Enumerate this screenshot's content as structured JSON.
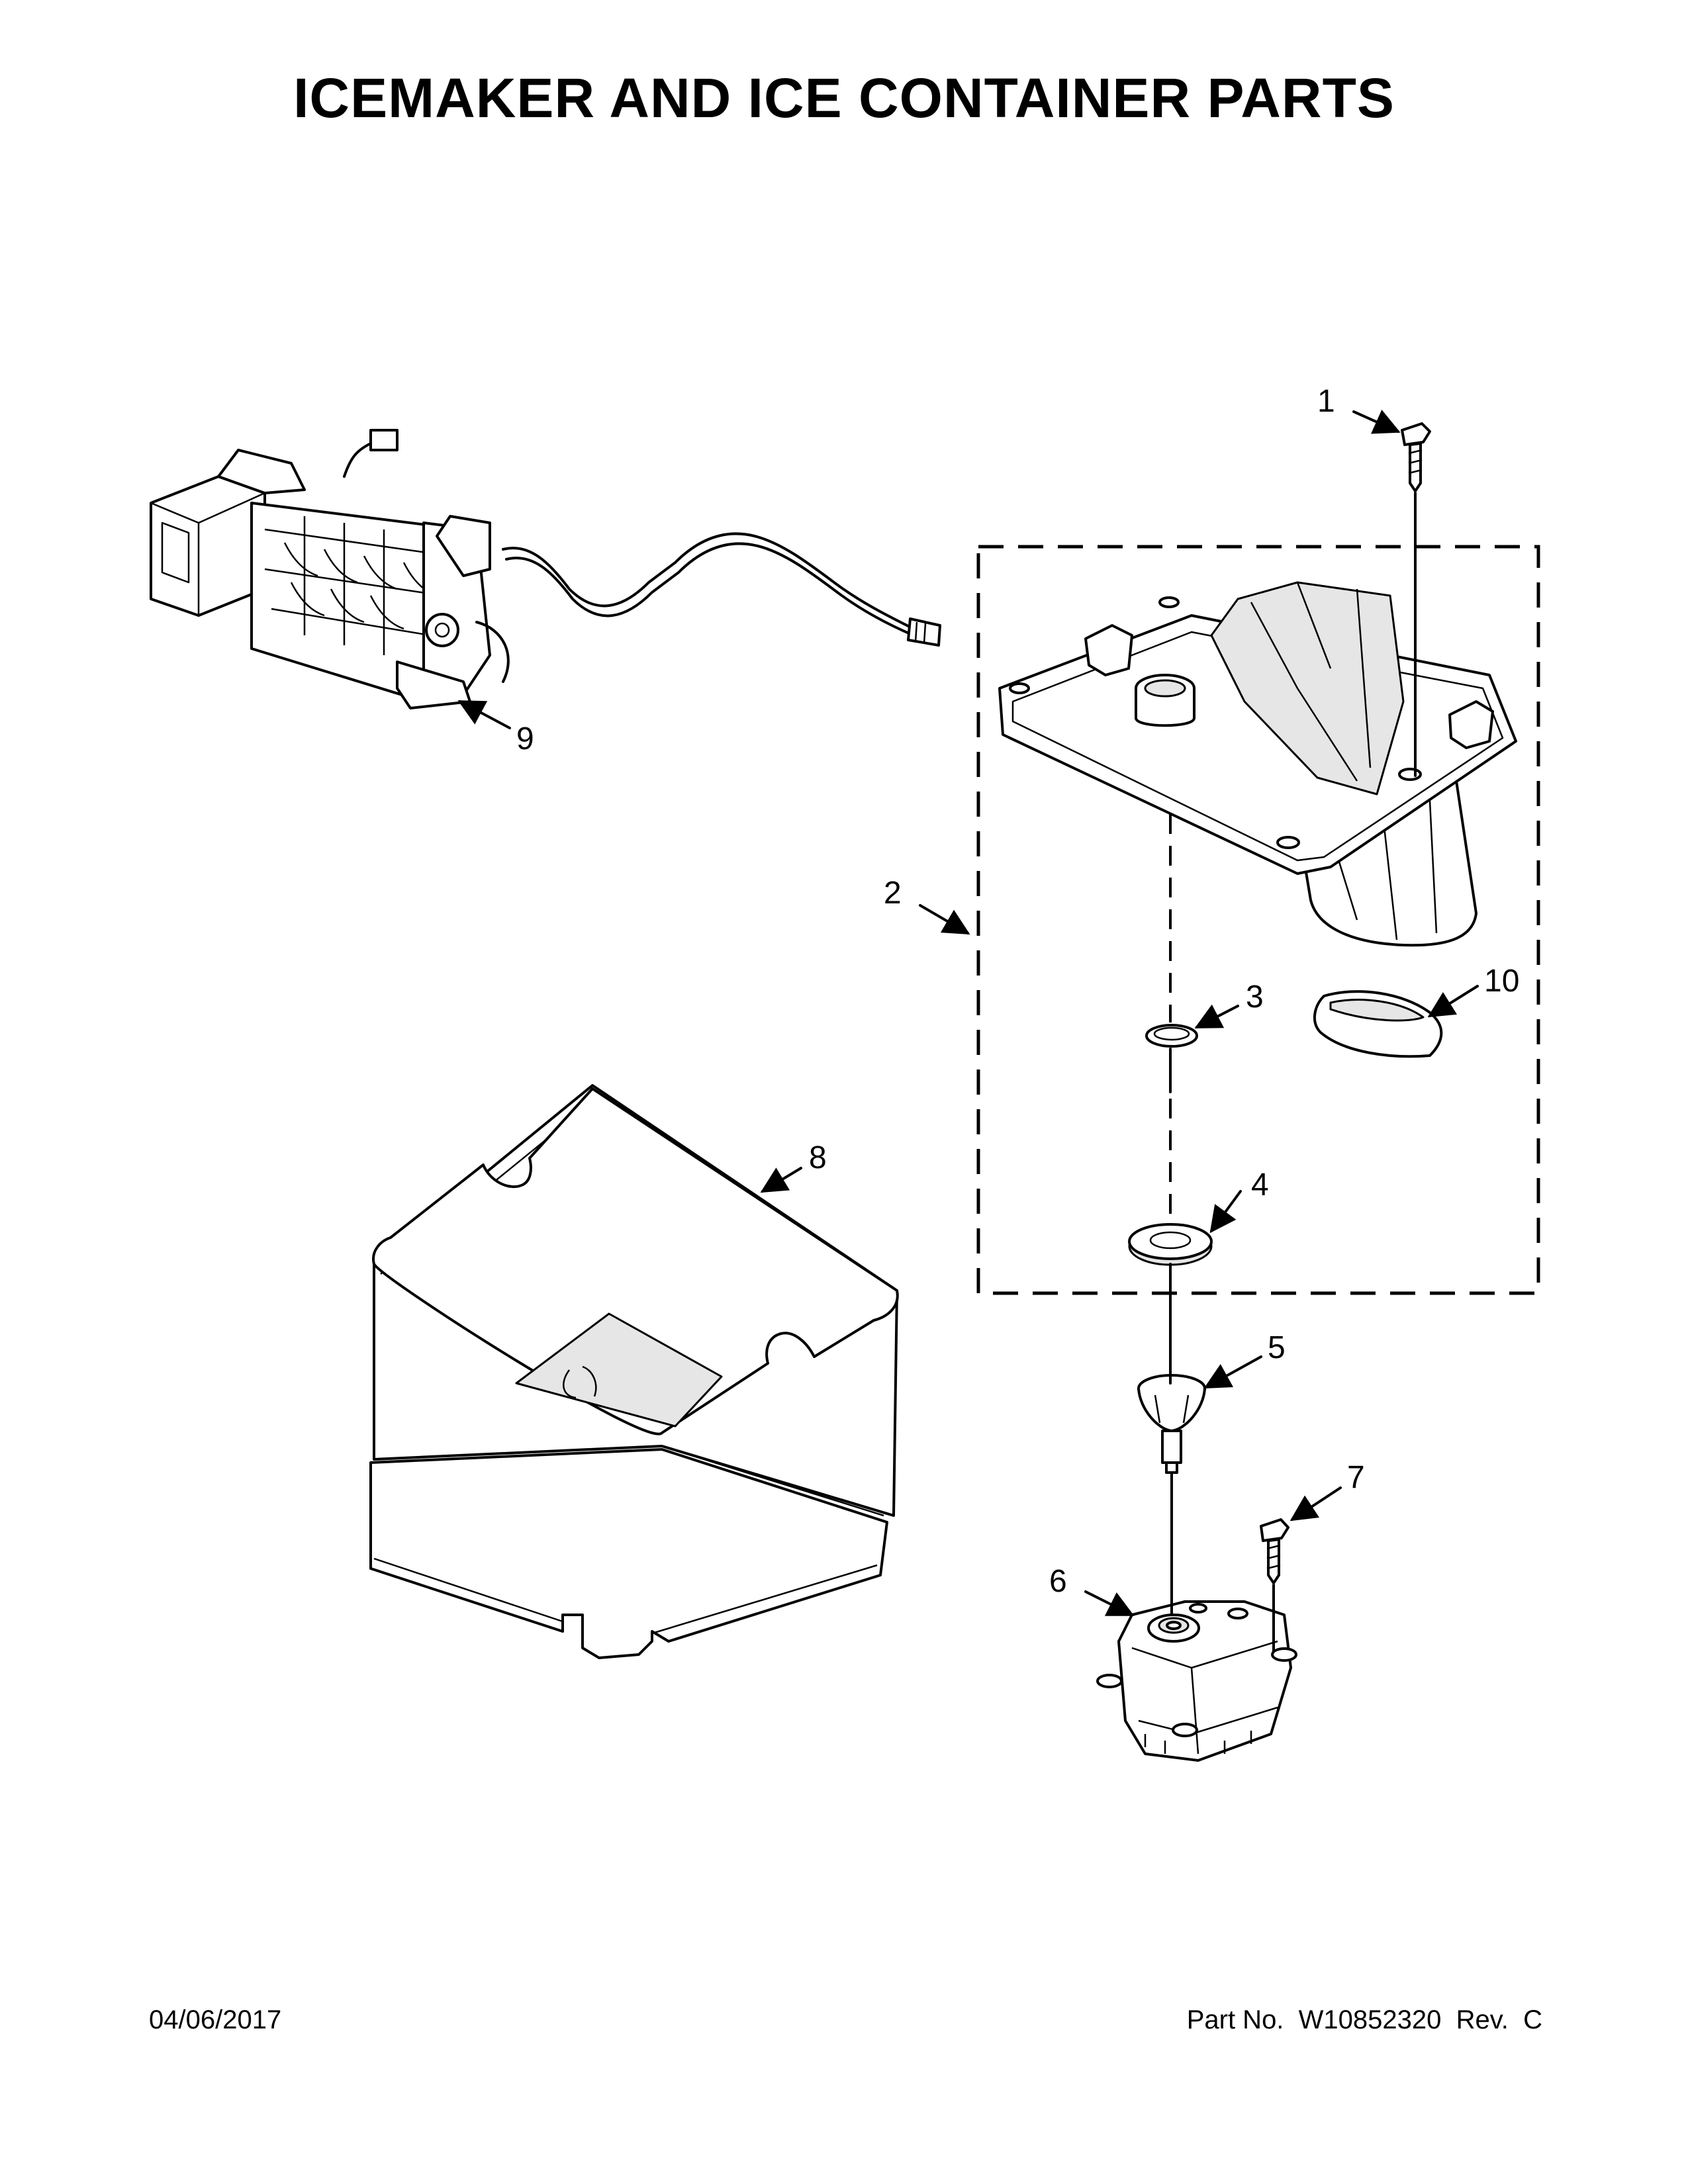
{
  "title": "ICEMAKER AND ICE CONTAINER PARTS",
  "footer": {
    "date": "04/06/2017",
    "part_info": "Part No.  W10852320  Rev.  C"
  },
  "callouts": [
    "1",
    "2",
    "3",
    "4",
    "5",
    "6",
    "7",
    "8",
    "9",
    "10"
  ],
  "parts": [
    {
      "callout": "1",
      "component": "screw-icon"
    },
    {
      "callout": "2",
      "component": "dispenser-housing-assembly"
    },
    {
      "callout": "3",
      "component": "ring-icon"
    },
    {
      "callout": "4",
      "component": "bearing-icon"
    },
    {
      "callout": "5",
      "component": "coupler-icon"
    },
    {
      "callout": "6",
      "component": "auger-motor-icon"
    },
    {
      "callout": "7",
      "component": "screw-icon"
    },
    {
      "callout": "8",
      "component": "ice-bucket-icon"
    },
    {
      "callout": "9",
      "component": "icemaker-icon"
    },
    {
      "callout": "10",
      "component": "seal-icon"
    }
  ]
}
